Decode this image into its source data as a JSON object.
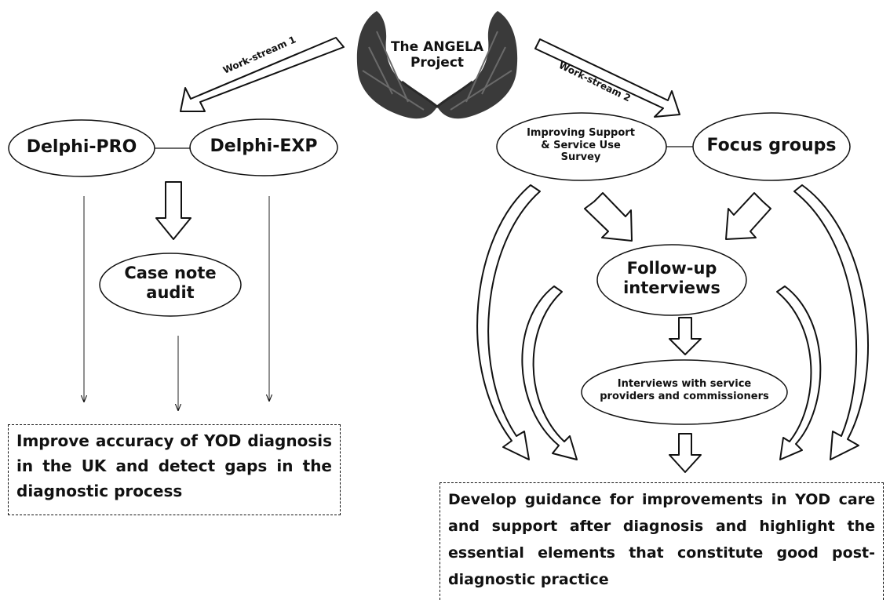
{
  "title": {
    "line1": "The ANGELA",
    "line2": "Project"
  },
  "workstreams": {
    "ws1": "Work-stream 1",
    "ws2": "Work-stream 2"
  },
  "nodes": {
    "delphi_pro": "Delphi-PRO",
    "delphi_exp": "Delphi-EXP",
    "case_note": {
      "line1": "Case note",
      "line2": "audit"
    },
    "survey": {
      "line1": "Improving Support",
      "line2": "& Service Use",
      "line3": "Survey"
    },
    "focus_groups": "Focus groups",
    "follow_up": {
      "line1": "Follow-up",
      "line2": "interviews"
    },
    "interviews_service": {
      "line1": "Interviews with service",
      "line2": "providers and commissioners"
    }
  },
  "outcomes": {
    "left": "Improve accuracy of YOD diagnosis in the UK and detect gaps in the diagnostic process",
    "right": "Develop guidance for improvements in YOD care and support after diagnosis and highlight the essential elements that constitute good post-diagnostic practice"
  }
}
